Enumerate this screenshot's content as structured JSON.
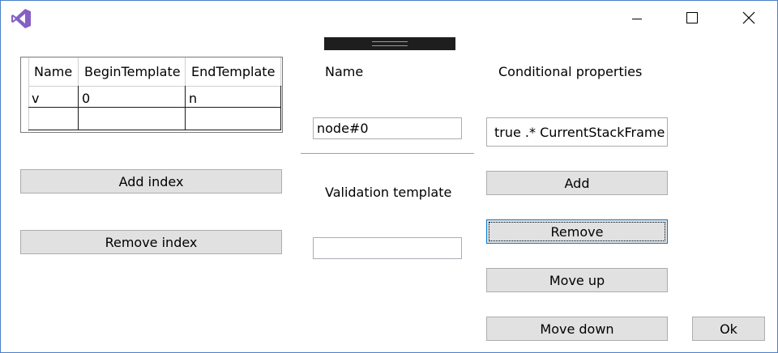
{
  "titlebar": {
    "icons": {
      "app": "visual-studio-logo-icon",
      "minimize": "minimize-icon",
      "maximize": "maximize-icon",
      "close": "close-icon"
    }
  },
  "index_grid": {
    "columns": [
      "Name",
      "BeginTemplate",
      "EndTemplate"
    ],
    "rows": [
      [
        "v",
        "0",
        "n"
      ],
      [
        "",
        "",
        ""
      ]
    ]
  },
  "left_buttons": {
    "add_index": "Add index",
    "remove_index": "Remove index"
  },
  "middle": {
    "name_label": "Name",
    "name_value": "node#0",
    "validation_label": "Validation template",
    "validation_value": ""
  },
  "right": {
    "conditional_label": "Conditional properties",
    "conditional_value": "true .* CurrentStackFrame",
    "add": "Add",
    "remove": "Remove",
    "move_up": "Move up",
    "move_down": "Move down"
  },
  "ok": "Ok",
  "colors": {
    "window_border": "#4a7fc8",
    "button_bg": "#e1e1e1",
    "focus_border": "#0078d7",
    "vs_purple": "#865fc5"
  }
}
